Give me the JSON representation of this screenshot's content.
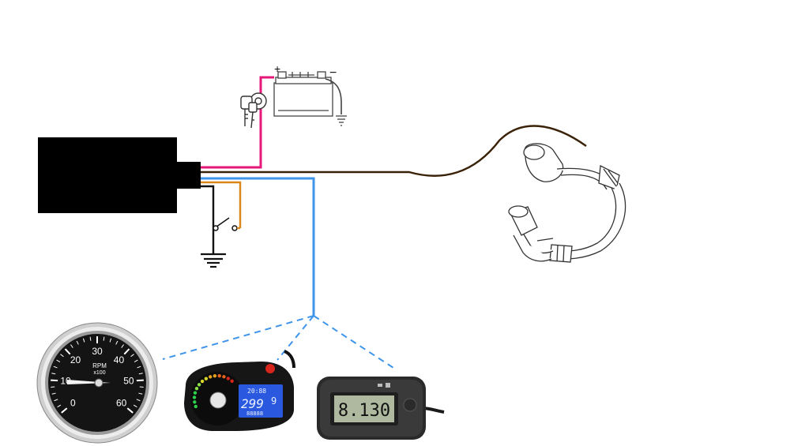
{
  "battery": {
    "plus": "+",
    "minus": "−"
  },
  "tachometer": {
    "ticks": [
      "0",
      "10",
      "20",
      "30",
      "40",
      "50",
      "60"
    ],
    "unit": "RPM",
    "multiplier": "x100"
  },
  "digital_dash": {
    "clock": "20:88",
    "speed": "299",
    "gear": "9",
    "odometer": "88888"
  },
  "lcd_meter": {
    "reading": "8.130"
  },
  "colors": {
    "ignition_wire": "#e5177a",
    "signal_wire": "#3a2208",
    "kill_wire": "#d98618",
    "tach_wire": "#3f95ea",
    "ground_wire": "#111111",
    "lcd_screen": "#aeb9a0",
    "dash_screen": "#2a59e0"
  }
}
